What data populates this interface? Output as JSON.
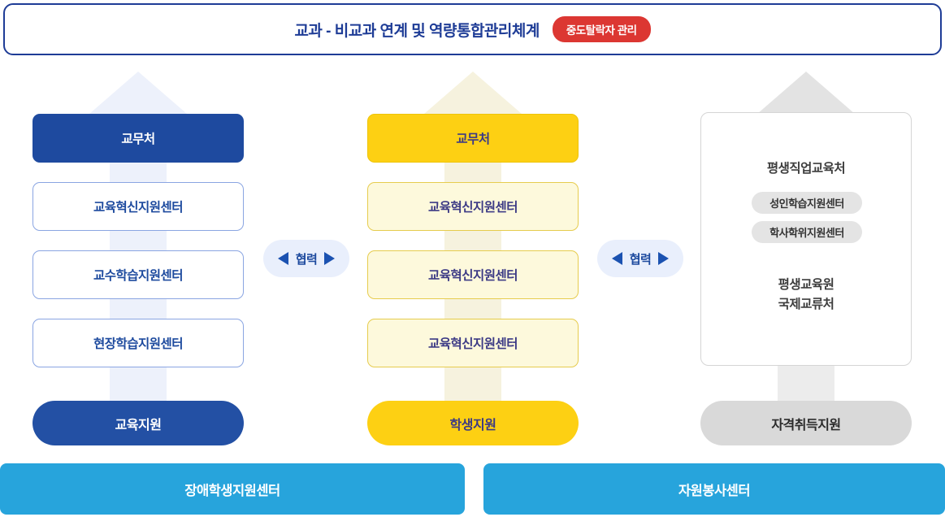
{
  "banner": {
    "title": "교과 - 비교과 연계 및 역량통합관리체계",
    "badge": "중도탈락자 관리"
  },
  "columns": {
    "left": {
      "header": "교무처",
      "items": [
        "교육혁신지원센터",
        "교수학습지원센터",
        "현장학습지원센터"
      ],
      "pill": "교육지원"
    },
    "middle": {
      "header": "교무처",
      "items": [
        "교육혁신지원센터",
        "교육혁신지원센터",
        "교육혁신지원센터"
      ],
      "pill": "학생지원"
    },
    "right": {
      "heading": "평생직업교육처",
      "sub_pills": [
        "성인학습지원센터",
        "학사학위지원센터"
      ],
      "lower_line1": "평생교육원",
      "lower_line2": "국제교류처",
      "pill": "자격취득지원"
    }
  },
  "connectors": {
    "left_label": "협력",
    "right_label": "협력"
  },
  "footer": {
    "left_bar": "장애학생지원센터",
    "right_bar": "자원봉사센터"
  },
  "colors": {
    "banner_border_blue": "#1e3c96",
    "badge_red": "#dc3732",
    "box_blue": "#1e4a9f",
    "pill_blue": "#2350a4",
    "outline_blue": "#8aa5e2",
    "yellow": "#fdd013",
    "cream": "#fdf9dc",
    "arrow_lavender": "#edf1fb",
    "arrow_cream": "#f6f2de",
    "arrow_gray": "#e3e3e3",
    "gray_pill": "#d9d9d9",
    "footer_cyan": "#27a4dc",
    "coop_fill": "#e9effc",
    "text_navy": "#1d4a9e",
    "text_navy_purple": "#3c3a85"
  }
}
